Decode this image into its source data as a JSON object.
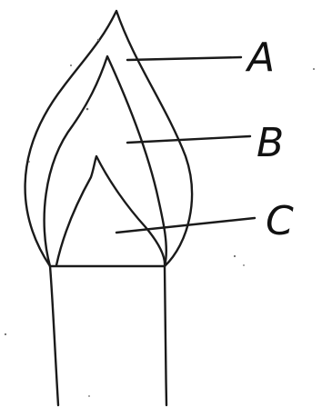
{
  "labels": {
    "a": "A",
    "b": "B",
    "c": "C"
  },
  "colors": {
    "ink": "#1a1a1a",
    "background": "#ffffff"
  }
}
